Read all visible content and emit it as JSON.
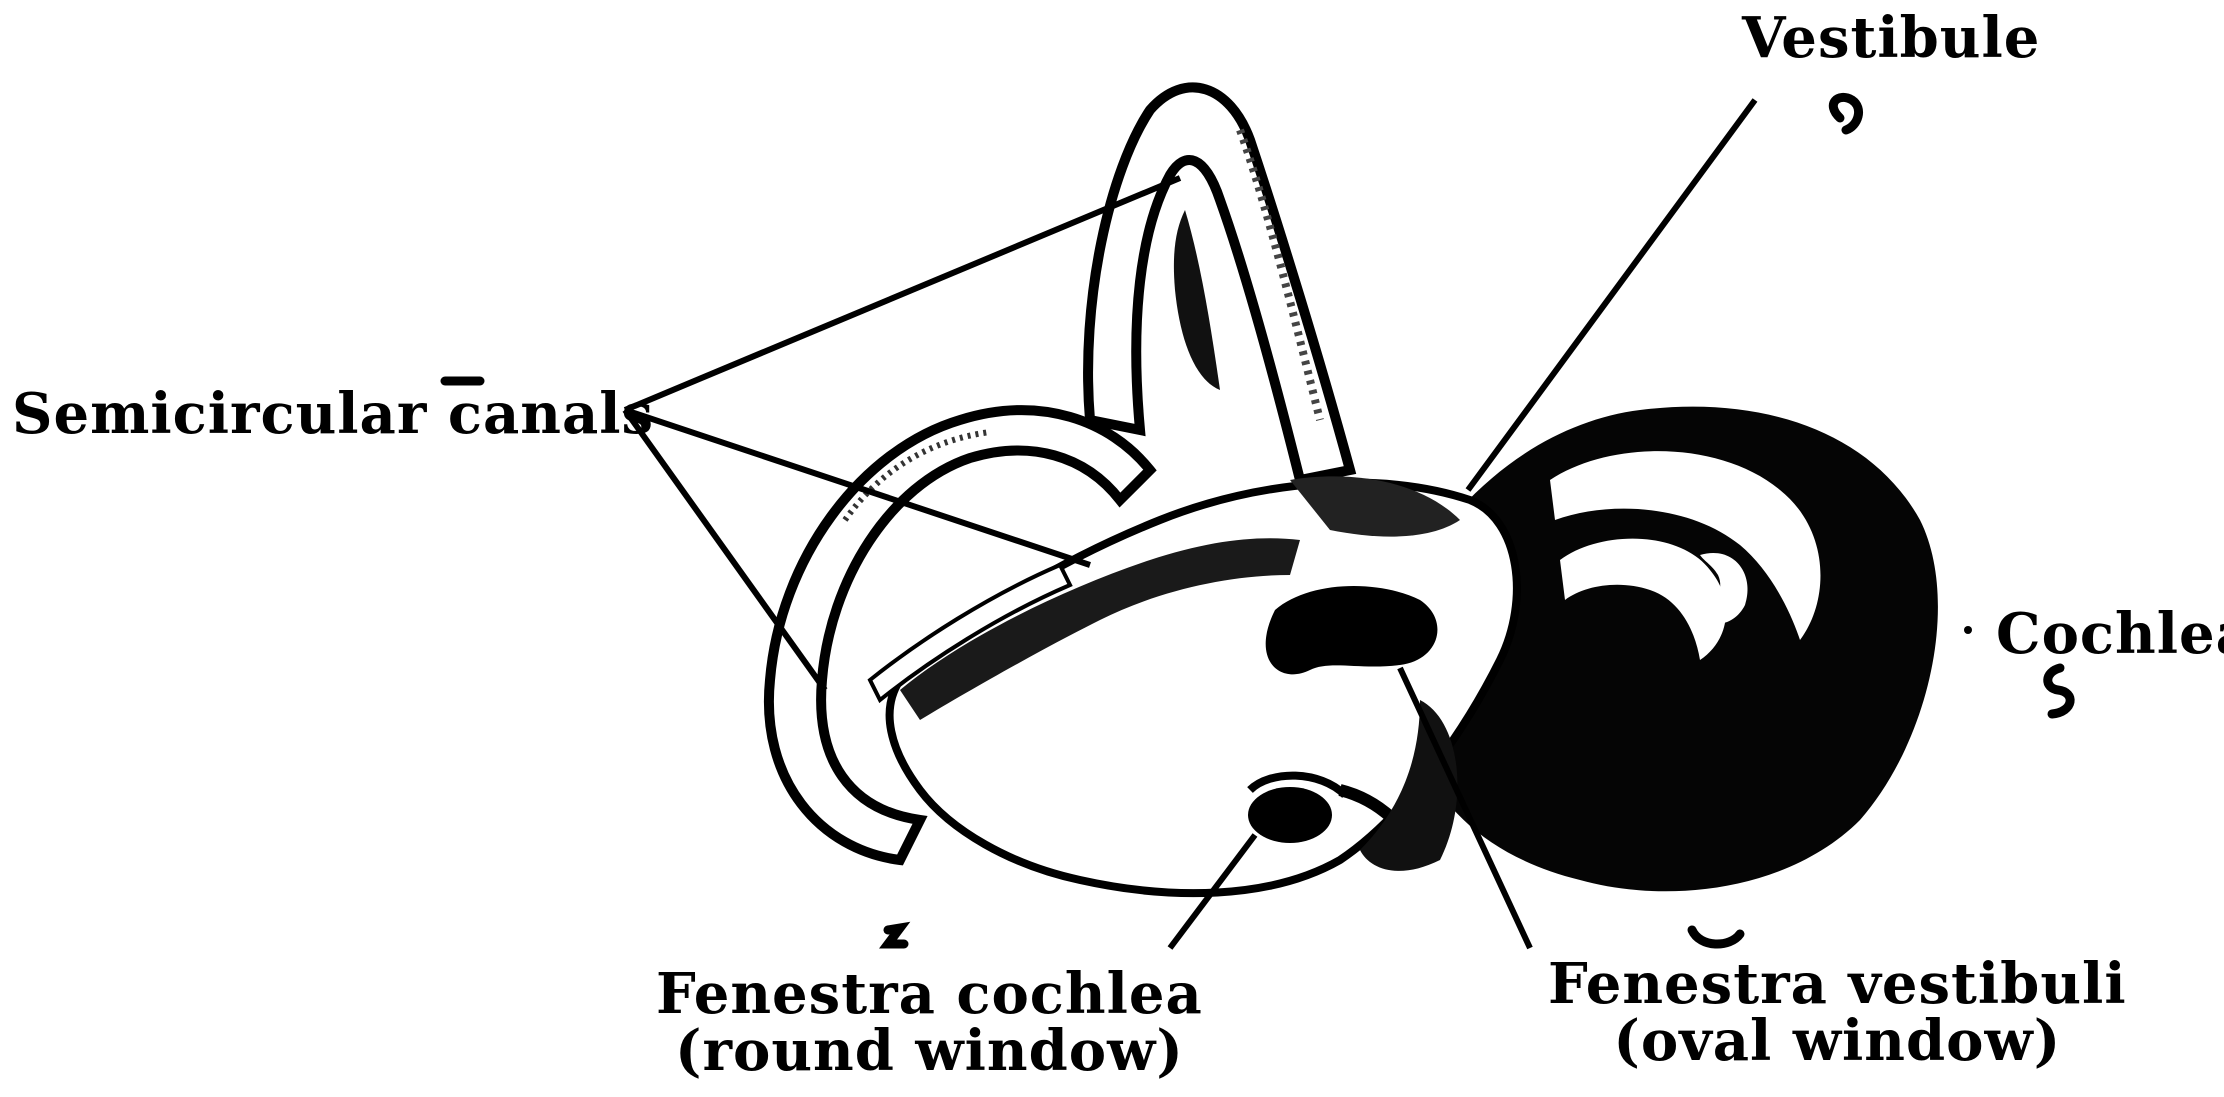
{
  "labels": {
    "semicircular_canals": "Semicircular canals",
    "vestibule": "Vestibule",
    "cochlea": "Cochlea",
    "fenestra_cochlea": [
      "Fenestra cochlea",
      "(round window)"
    ],
    "fenestra_vestibuli": [
      "Fenestra vestibuli",
      "(oval window)"
    ]
  }
}
